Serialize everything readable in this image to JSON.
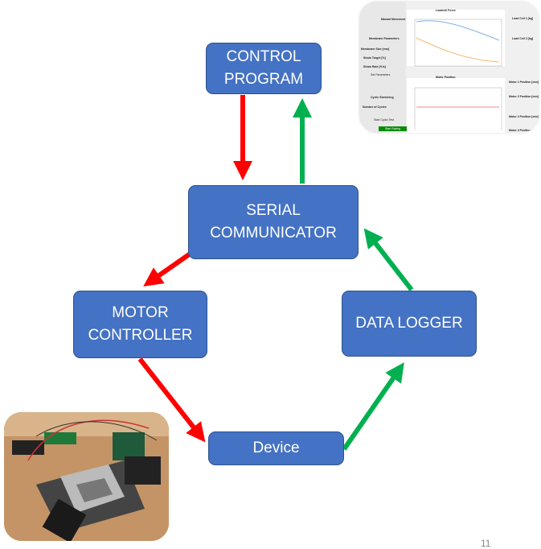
{
  "boxes": {
    "control_program": "CONTROL\nPROGRAM",
    "serial_communicator": "SERIAL\nCOMMUNICATOR",
    "motor_controller": "MOTOR\nCONTROLLER",
    "data_logger": "DATA LOGGER",
    "device": "Device"
  },
  "colors": {
    "box": "#4472C4",
    "command_arrow": "#FF0000",
    "data_arrow": "#00B050"
  },
  "inset_gui": {
    "chart1_title": "Loadcell Force",
    "chart2_title": "Motor Position",
    "manual_movement": "Manual Movement",
    "membrane_parameters": "Membrane Parameters",
    "membrane_size": "Membrane Size [mm]",
    "strain_target": "Strain Target [%]",
    "strain_rate": "Strain Rate [%/s]",
    "set_parameters": "Set Parameters",
    "cyclic_stretching": "Cyclic Stretching",
    "number_of_cycles": "Number of Cycles",
    "start_cyclic_test": "Start Cyclic Test",
    "start_saving": "Start Saving",
    "load_cell_1": "Load Cell 1 [kg]",
    "load_cell_2": "Load Cell 2 [kg]",
    "motor_1": "Motor 1 Position [mm]",
    "motor_2": "Motor 2 Position [mm]",
    "motor_3": "Motor 3 Position [mm]",
    "motor_4": "Motor 4 Position [mm]"
  },
  "page_number": "11"
}
